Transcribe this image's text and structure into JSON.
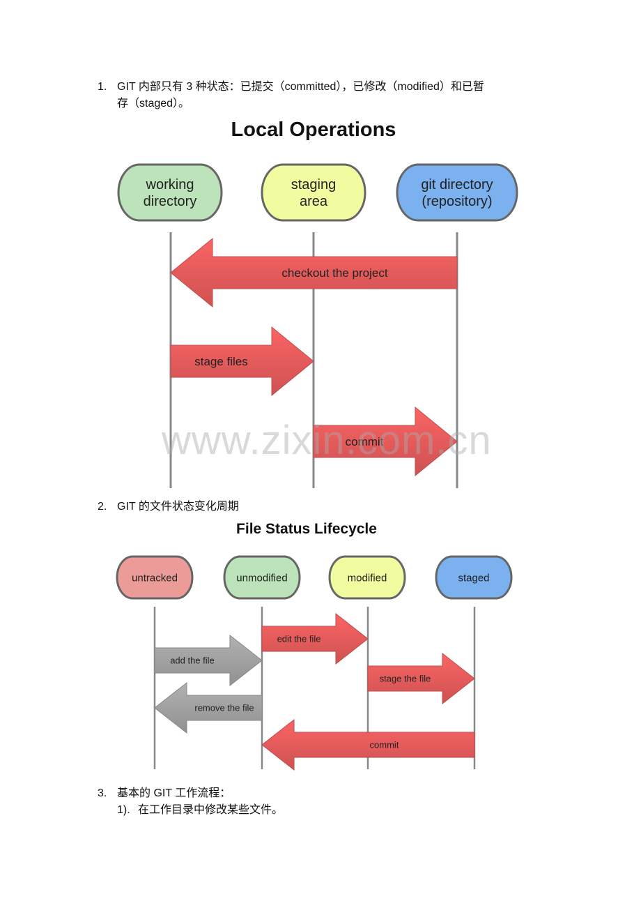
{
  "items": [
    {
      "number": "1.",
      "line1": "GIT 内部只有 3 种状态：已提交（committed），已修改（modified）和已暂",
      "line2": "存（staged）。"
    },
    {
      "number": "2.",
      "text": "GIT 的文件状态变化周期"
    },
    {
      "number": "3.",
      "text": "基本的 GIT 工作流程：",
      "sub": [
        {
          "number": "1).",
          "text": "在工作目录中修改某些文件。"
        }
      ]
    }
  ],
  "local_operations": {
    "title": "Local Operations",
    "nodes": [
      {
        "line1": "working",
        "line2": "directory",
        "color": "#bde3bb"
      },
      {
        "line1": "staging",
        "line2": "area",
        "color": "#f1fb9f"
      },
      {
        "line1": "git directory",
        "line2": "(repository)",
        "color": "#7bb1ee"
      }
    ],
    "arrows": [
      {
        "label": "checkout the project",
        "from": 2,
        "to": 0,
        "color": "#ef5f5f"
      },
      {
        "label": "stage files",
        "from": 0,
        "to": 1,
        "color": "#ef5f5f"
      },
      {
        "label": "commit",
        "from": 1,
        "to": 2,
        "color": "#ef5f5f"
      }
    ]
  },
  "file_status": {
    "title": "File Status Lifecycle",
    "nodes": [
      {
        "label": "untracked",
        "color": "#eb9c99"
      },
      {
        "label": "unmodified",
        "color": "#bde3bb"
      },
      {
        "label": "modified",
        "color": "#f1fb9f"
      },
      {
        "label": "staged",
        "color": "#7bb1ee"
      }
    ],
    "arrows": [
      {
        "label": "edit the file",
        "from": 1,
        "to": 2,
        "color": "#ef5f5f"
      },
      {
        "label": "add the file",
        "from": 0,
        "to": 1,
        "color": "#a9a9a9"
      },
      {
        "label": "stage the file",
        "from": 2,
        "to": 3,
        "color": "#ef5f5f"
      },
      {
        "label": "remove the file",
        "from": 1,
        "to": 0,
        "color": "#a9a9a9"
      },
      {
        "label": "commit",
        "from": 3,
        "to": 1,
        "color": "#ef5f5f"
      }
    ]
  },
  "watermark": "www.zixin.com.cn"
}
